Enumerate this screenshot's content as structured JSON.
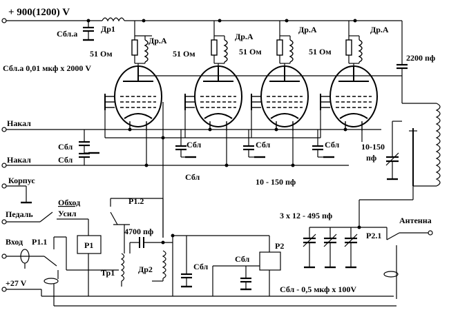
{
  "labels": {
    "supply": "+ 900(1200) V",
    "cbl_a": "Сбл.а",
    "dr1": "Др1",
    "dr_a": "Др.А",
    "r51": "51 Ом",
    "cbl_a_spec": "Сбл.а 0,01 мкф х 2000 V",
    "nakal": "Накал",
    "cbl": "Сбл",
    "korpus": "Корпус",
    "pedal": "Педаль",
    "obhod": "Обход",
    "usil": "Усил",
    "vhod": "Вход",
    "p11": "P1.1",
    "p1": "P1",
    "p12": "P1.2",
    "c4700": "4700 пф",
    "tr1": "Тр1",
    "dr2": "Др2",
    "v27": "+27 V",
    "p2": "P2",
    "c2200": "2200 пф",
    "c10_150_a": "10-150",
    "pf": "пф",
    "c10_150_b": "10 - 150 пф",
    "c3x12": "3 х 12 - 495 пф",
    "antenna": "Антенна",
    "p21": "P2.1",
    "cbl_spec": "Сбл - 0,5 мкф х 100V"
  }
}
